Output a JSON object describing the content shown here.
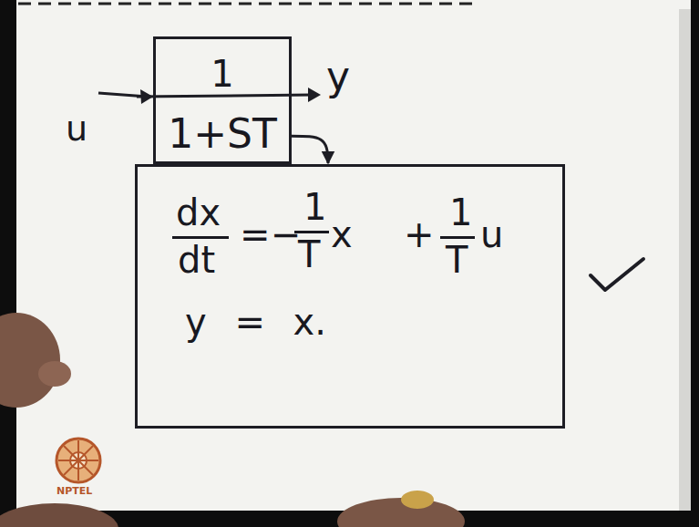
{
  "diagram": {
    "nodes": [
      {
        "text": [
          "1",
          "1+ST"
        ]
      },
      {
        "text": [
          "dx",
          "dt",
          "=",
          "−",
          "1",
          "T",
          "x",
          "+",
          "1",
          "T",
          "u",
          "y = x."
        ]
      }
    ],
    "edges": [
      {
        "from": 0,
        "to": 1,
        "arrow": "to"
      }
    ],
    "labels": [
      "u",
      "y",
      "NPTEL"
    ]
  }
}
